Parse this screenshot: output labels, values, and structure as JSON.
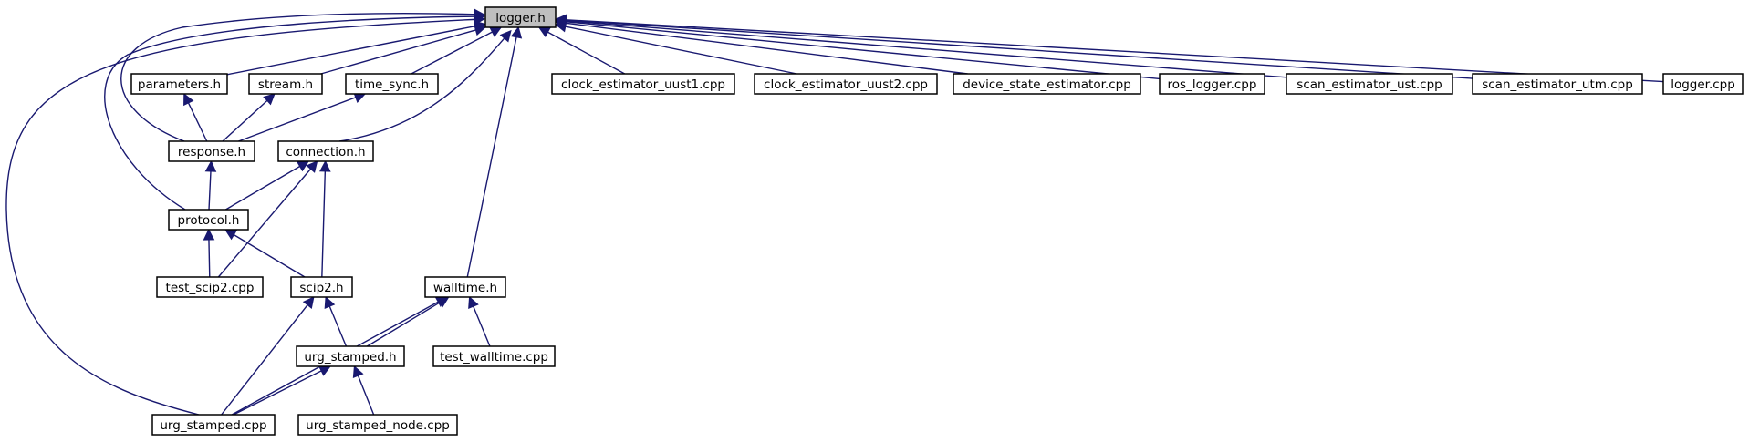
{
  "diagram": {
    "nodes": [
      {
        "id": "logger_h",
        "label": "logger.h",
        "root": true
      },
      {
        "id": "parameters_h",
        "label": "parameters.h"
      },
      {
        "id": "stream_h",
        "label": "stream.h"
      },
      {
        "id": "time_sync_h",
        "label": "time_sync.h"
      },
      {
        "id": "response_h",
        "label": "response.h"
      },
      {
        "id": "connection_h",
        "label": "connection.h"
      },
      {
        "id": "protocol_h",
        "label": "protocol.h"
      },
      {
        "id": "test_scip2_cpp",
        "label": "test_scip2.cpp"
      },
      {
        "id": "scip2_h",
        "label": "scip2.h"
      },
      {
        "id": "walltime_h",
        "label": "walltime.h"
      },
      {
        "id": "test_walltime_cpp",
        "label": "test_walltime.cpp"
      },
      {
        "id": "urg_stamped_h",
        "label": "urg_stamped.h"
      },
      {
        "id": "urg_stamped_cpp",
        "label": "urg_stamped.cpp"
      },
      {
        "id": "urg_stamped_node_cpp",
        "label": "urg_stamped_node.cpp"
      },
      {
        "id": "clock_estimator_uust1_cpp",
        "label": "clock_estimator_uust1.cpp"
      },
      {
        "id": "clock_estimator_uust2_cpp",
        "label": "clock_estimator_uust2.cpp"
      },
      {
        "id": "device_state_estimator_cpp",
        "label": "device_state_estimator.cpp"
      },
      {
        "id": "ros_logger_cpp",
        "label": "ros_logger.cpp"
      },
      {
        "id": "scan_estimator_ust_cpp",
        "label": "scan_estimator_ust.cpp"
      },
      {
        "id": "scan_estimator_utm_cpp",
        "label": "scan_estimator_utm.cpp"
      },
      {
        "id": "logger_cpp",
        "label": "logger.cpp"
      }
    ],
    "edges": [
      {
        "from": "parameters_h",
        "to": "logger_h"
      },
      {
        "from": "stream_h",
        "to": "logger_h"
      },
      {
        "from": "time_sync_h",
        "to": "logger_h"
      },
      {
        "from": "response_h",
        "to": "logger_h"
      },
      {
        "from": "connection_h",
        "to": "logger_h"
      },
      {
        "from": "protocol_h",
        "to": "logger_h"
      },
      {
        "from": "walltime_h",
        "to": "logger_h"
      },
      {
        "from": "urg_stamped_cpp",
        "to": "logger_h"
      },
      {
        "from": "clock_estimator_uust1_cpp",
        "to": "logger_h"
      },
      {
        "from": "clock_estimator_uust2_cpp",
        "to": "logger_h"
      },
      {
        "from": "device_state_estimator_cpp",
        "to": "logger_h"
      },
      {
        "from": "ros_logger_cpp",
        "to": "logger_h"
      },
      {
        "from": "scan_estimator_ust_cpp",
        "to": "logger_h"
      },
      {
        "from": "scan_estimator_utm_cpp",
        "to": "logger_h"
      },
      {
        "from": "logger_cpp",
        "to": "logger_h"
      },
      {
        "from": "response_h",
        "to": "parameters_h"
      },
      {
        "from": "response_h",
        "to": "stream_h"
      },
      {
        "from": "response_h",
        "to": "time_sync_h"
      },
      {
        "from": "protocol_h",
        "to": "response_h"
      },
      {
        "from": "protocol_h",
        "to": "connection_h"
      },
      {
        "from": "test_scip2_cpp",
        "to": "connection_h"
      },
      {
        "from": "scip2_h",
        "to": "connection_h"
      },
      {
        "from": "test_scip2_cpp",
        "to": "protocol_h"
      },
      {
        "from": "scip2_h",
        "to": "protocol_h"
      },
      {
        "from": "urg_stamped_h",
        "to": "scip2_h"
      },
      {
        "from": "urg_stamped_cpp",
        "to": "scip2_h"
      },
      {
        "from": "urg_stamped_h",
        "to": "walltime_h"
      },
      {
        "from": "urg_stamped_cpp",
        "to": "walltime_h"
      },
      {
        "from": "test_walltime_cpp",
        "to": "walltime_h"
      },
      {
        "from": "urg_stamped_cpp",
        "to": "urg_stamped_h"
      },
      {
        "from": "urg_stamped_node_cpp",
        "to": "urg_stamped_h"
      }
    ]
  }
}
